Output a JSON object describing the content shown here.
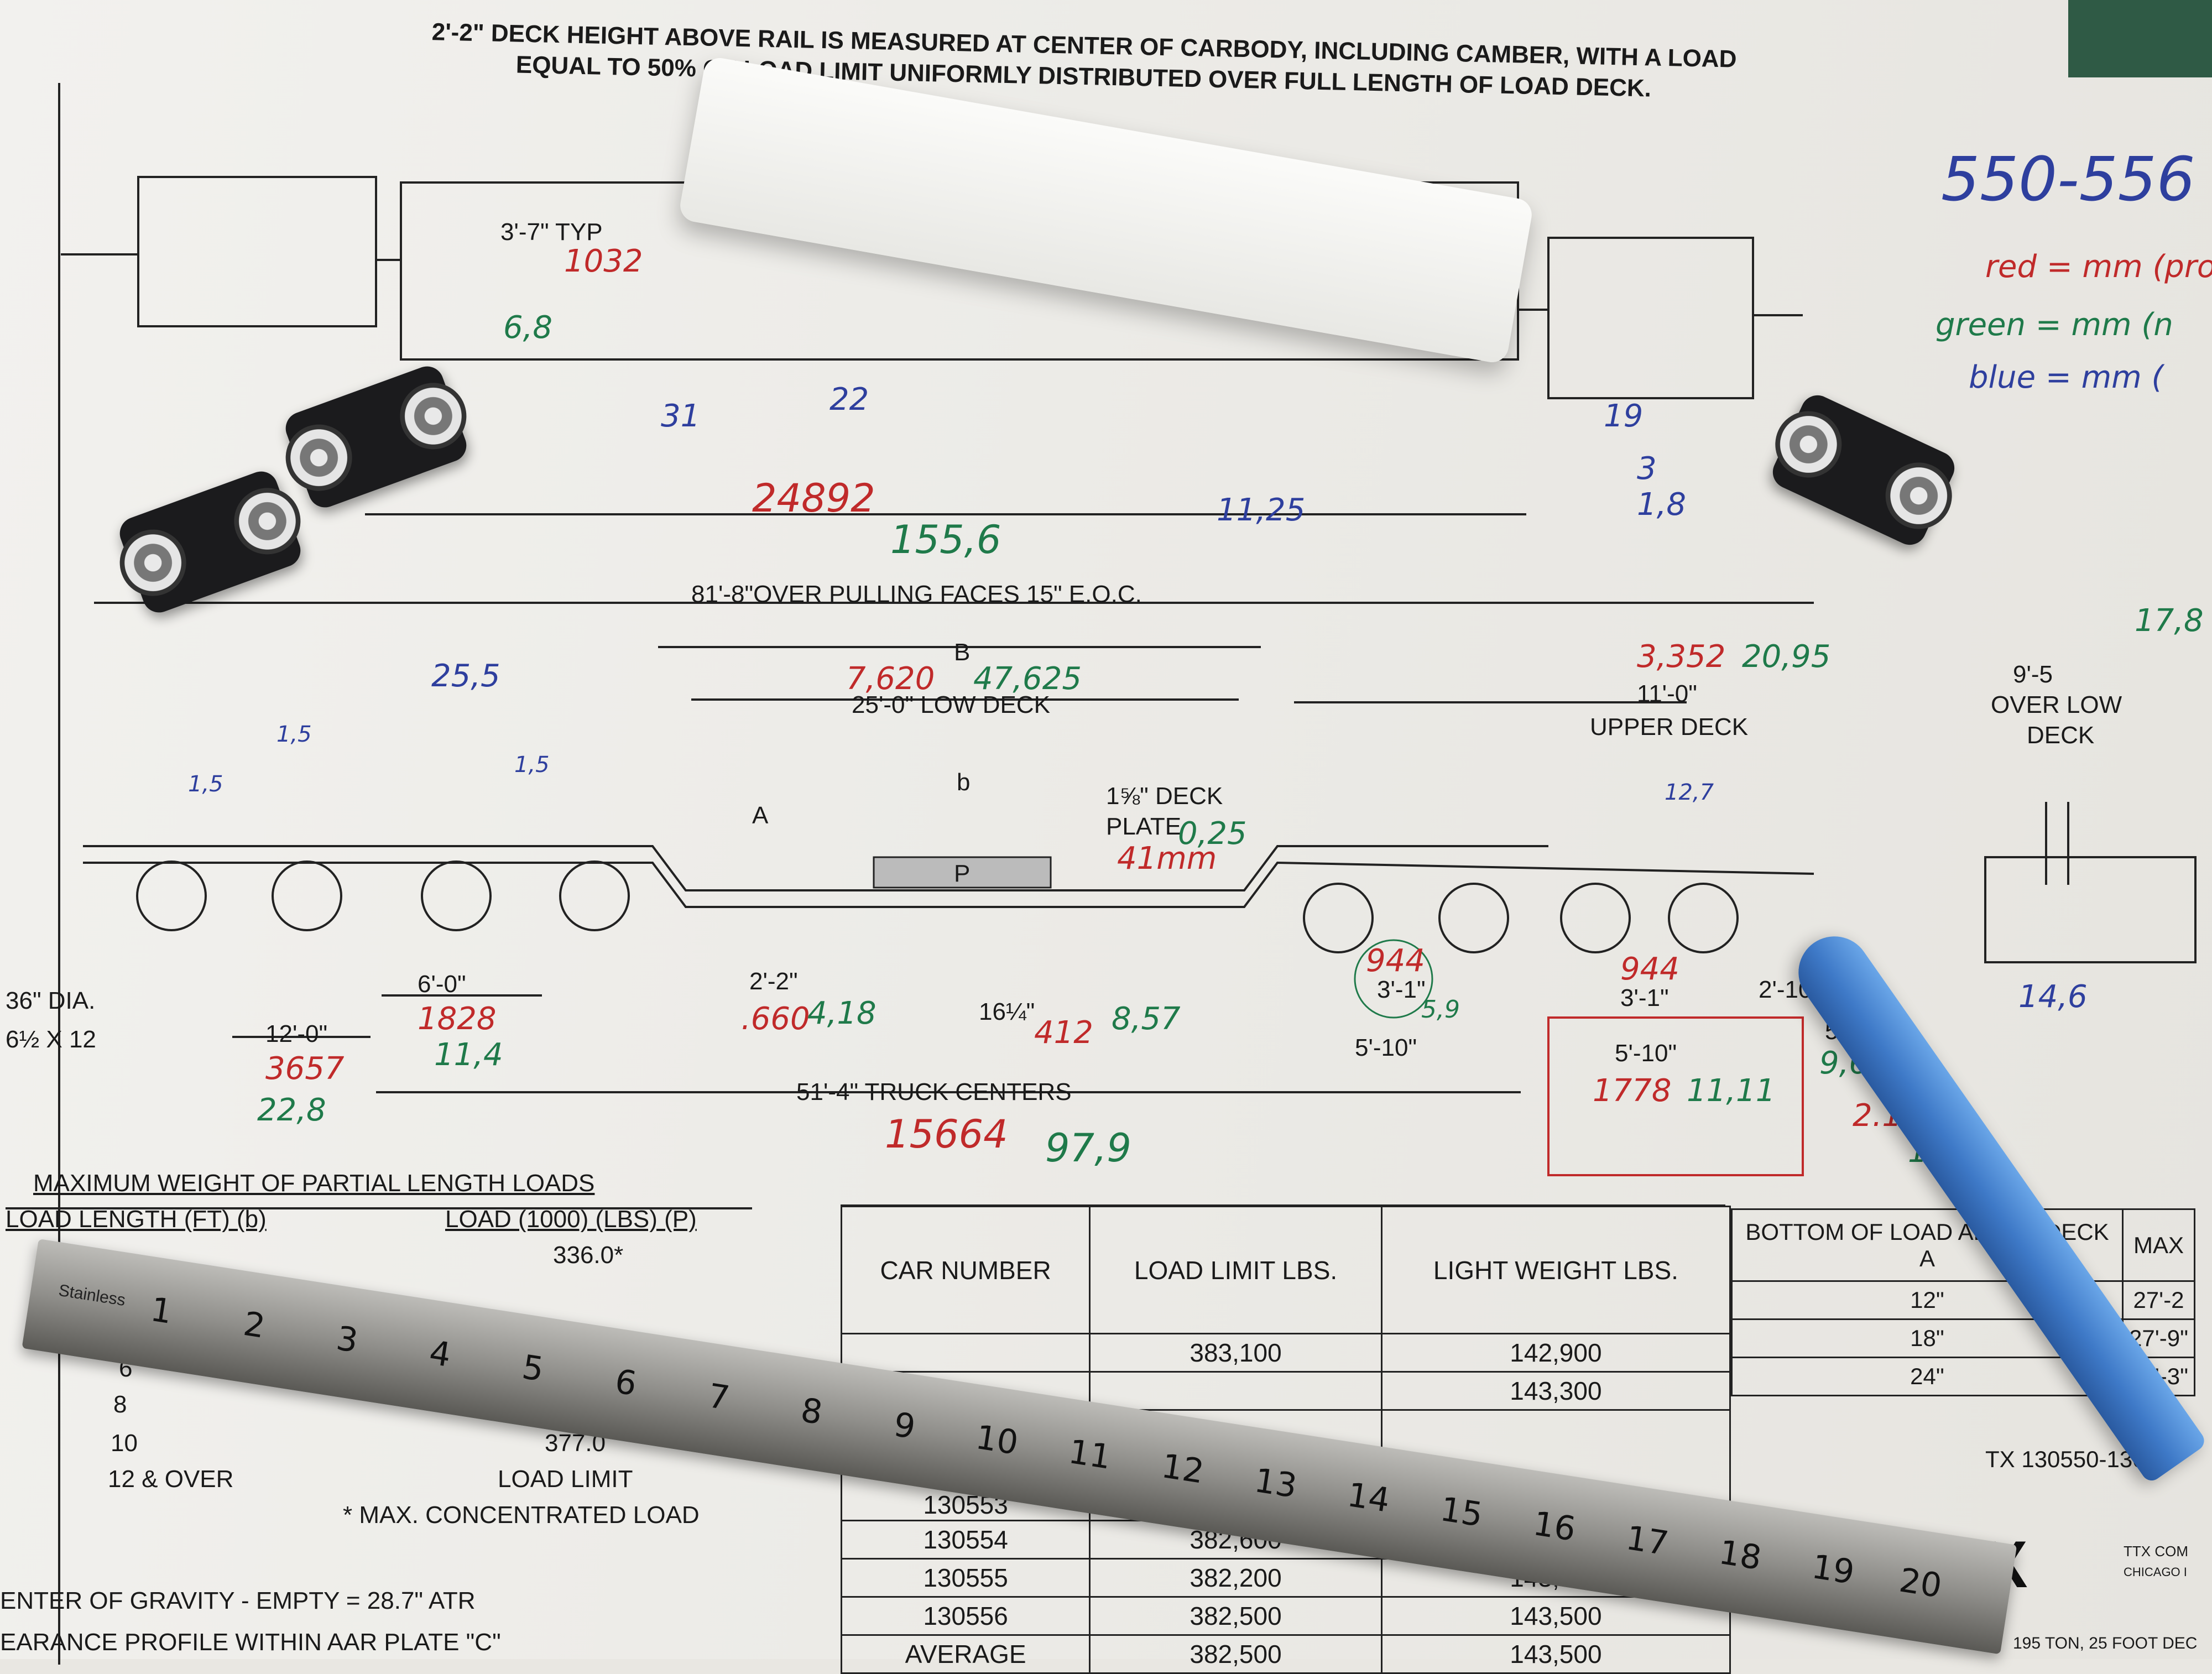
{
  "header_note": [
    "2'-2\" DECK HEIGHT ABOVE RAIL IS MEASURED AT CENTER OF CARBODY, INCLUDING CAMBER, WITH A LOAD",
    "EQUAL TO 50% OF LOAD LIMIT UNIFORMLY DISTRIBUTED OVER FULL LENGTH OF LOAD DECK."
  ],
  "legend": {
    "title": "550-556",
    "red": "red = mm (pro",
    "green": "green = mm (n",
    "blue": "blue = mm ("
  },
  "dims": {
    "typ": "3'-7\" TYP",
    "over_pulling": "81'-8\"OVER PULLING FACES 15\" E.O.C.",
    "b_cap": "B",
    "low_deck": "25'-0\" LOW DECK",
    "a": "A",
    "b_small": "b",
    "p": "P",
    "deck_plate": "1⅝\" DECK",
    "deck_plate2": "PLATE",
    "upper_deck": "11'-0\"",
    "upper_deck2": "UPPER DECK",
    "over_low": "9'-5",
    "over_low2": "OVER LOW",
    "over_low3": "DECK",
    "dia": "36\" DIA.",
    "axle": "6½ X 12",
    "d12": "12'-0\"",
    "d6": "6'-0\"",
    "d22": "2'-2\"",
    "d16": "16¼\"",
    "truck_centers": "51'-4\" TRUCK CENTERS",
    "d31a": "3'-1\"",
    "d31b": "3'-1\"",
    "d510a": "5'-10\"",
    "d510b": "5'-10\"",
    "d210": "2'-10½\"",
    "d51": "5'-1"
  },
  "hand_red": [
    "1032",
    "24892",
    "7,620",
    "3,352",
    "1828",
    "3657",
    ".660",
    "412",
    "41mm",
    "944",
    "944",
    "1778",
    "15664",
    "2.167"
  ],
  "hand_green": [
    "6,8",
    "155,6",
    "47,625",
    "20,95",
    "11,4",
    "22,8",
    "4,18",
    "8,57",
    "0,25",
    "5,9",
    "11,11",
    "97,9",
    "9,68",
    "13,5",
    "17,8"
  ],
  "hand_blue": [
    "31",
    "22",
    "19",
    "3",
    "1,8",
    "11,25",
    "25,5",
    "1,5",
    "1,5",
    "1,5",
    "12,7",
    "14,6"
  ],
  "weights": {
    "title": "MAXIMUM WEIGHT OF PARTIAL LENGTH LOADS",
    "col1": "LOAD LENGTH (FT) (b)",
    "col2": "LOAD (1000) (LBS) (P)",
    "rows": [
      {
        "len": "",
        "load": "336.0*"
      },
      {
        "len": "6",
        "load": ""
      },
      {
        "len": "8",
        "load": ""
      },
      {
        "len": "10",
        "load": "377.0"
      },
      {
        "len": "12 & OVER",
        "load": "LOAD LIMIT"
      }
    ],
    "footnote": "* MAX. CONCENTRATED LOAD"
  },
  "cg_note": "ENTER OF GRAVITY - EMPTY = 28.7\" ATR",
  "clearance_note": "EARANCE PROFILE WITHIN AAR PLATE \"C\"",
  "car_table": {
    "headers": [
      "CAR NUMBER",
      "LOAD LIMIT LBS.",
      "LIGHT WEIGHT LBS."
    ],
    "rows": [
      [
        "",
        "383,100",
        "142,900"
      ],
      [
        "",
        "",
        "143,300"
      ],
      [
        "130553",
        "",
        ""
      ],
      [
        "130554",
        "382,600",
        ""
      ],
      [
        "130555",
        "382,200",
        "143,800"
      ],
      [
        "130556",
        "382,500",
        "143,500"
      ],
      [
        "AVERAGE",
        "382,500",
        "143,500"
      ]
    ]
  },
  "bottom_table": {
    "headers": [
      "BOTTOM OF LOAD ABOVE DECK A",
      "MAX"
    ],
    "rows": [
      [
        "12\"",
        "27'-2"
      ],
      [
        "18\"",
        "27'-9\""
      ],
      [
        "24\"",
        "28'-3\""
      ]
    ]
  },
  "ttx_series": "TX 130550-1305",
  "ttx_logo": "TTX",
  "ttx_company": "TTX COM",
  "ttx_city": "CHICAGO I",
  "ttx_desc": "195 TON, 25 FOOT DEC",
  "ruler": {
    "brand": "Stainless",
    "numbers": [
      "1",
      "2",
      "3",
      "4",
      "5",
      "6",
      "7",
      "8",
      "9",
      "10",
      "11",
      "12",
      "13",
      "14",
      "15",
      "16",
      "17",
      "18",
      "19",
      "20"
    ]
  }
}
